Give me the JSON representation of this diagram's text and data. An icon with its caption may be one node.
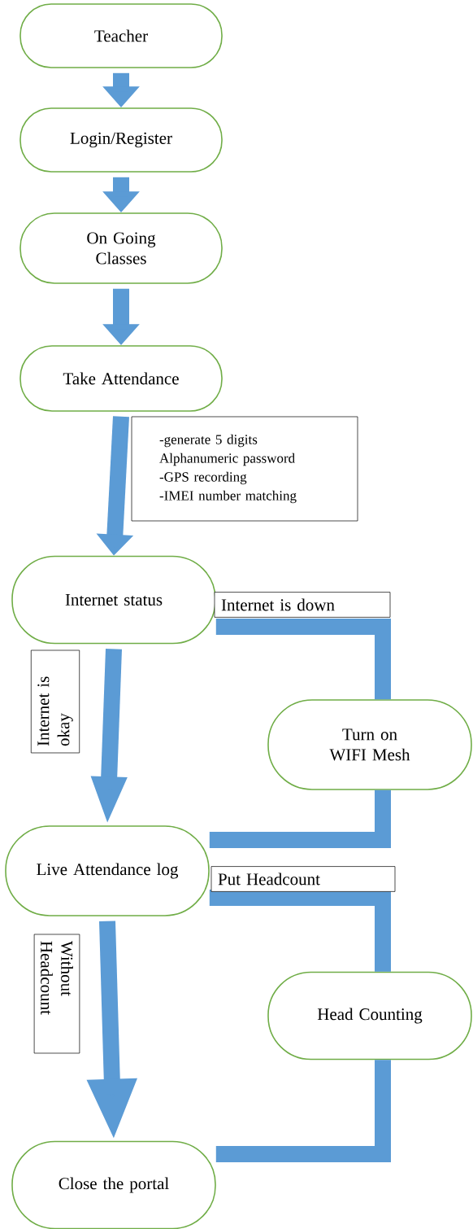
{
  "diagram": {
    "nodes": [
      {
        "text": [
          "Teacher"
        ]
      },
      {
        "text": [
          "Login/Register"
        ]
      },
      {
        "text": [
          "On Going Classes"
        ]
      },
      {
        "text": [
          "Take Attendance"
        ]
      },
      {
        "text": [
          "Internet status"
        ]
      },
      {
        "text": [
          "Turn on WIFI Mesh"
        ]
      },
      {
        "text": [
          "Live Attendance log"
        ]
      },
      {
        "text": [
          "Head Counting"
        ]
      },
      {
        "text": [
          "Close the portal"
        ]
      }
    ],
    "edges": [
      {
        "from": 0,
        "to": 1,
        "arrow": "to"
      },
      {
        "from": 1,
        "to": 2,
        "arrow": "to"
      },
      {
        "from": 2,
        "to": 3,
        "arrow": "to"
      },
      {
        "from": 3,
        "to": 4,
        "arrow": "to"
      },
      {
        "from": 4,
        "to": 5,
        "arrow": "none",
        "label": "Internet is down"
      },
      {
        "from": 4,
        "to": 6,
        "arrow": "to",
        "label": "Internet is okay"
      },
      {
        "from": 5,
        "to": 6,
        "arrow": "none"
      },
      {
        "from": 6,
        "to": 7,
        "arrow": "none",
        "label": "Put Headcount"
      },
      {
        "from": 6,
        "to": 8,
        "arrow": "to",
        "label": "Without Headcount"
      },
      {
        "from": 7,
        "to": 8,
        "arrow": "none"
      }
    ],
    "labels": [
      "-generate 5 digits Alphanumeric password",
      "-GPS recording",
      "-IMEI number matching"
    ]
  }
}
